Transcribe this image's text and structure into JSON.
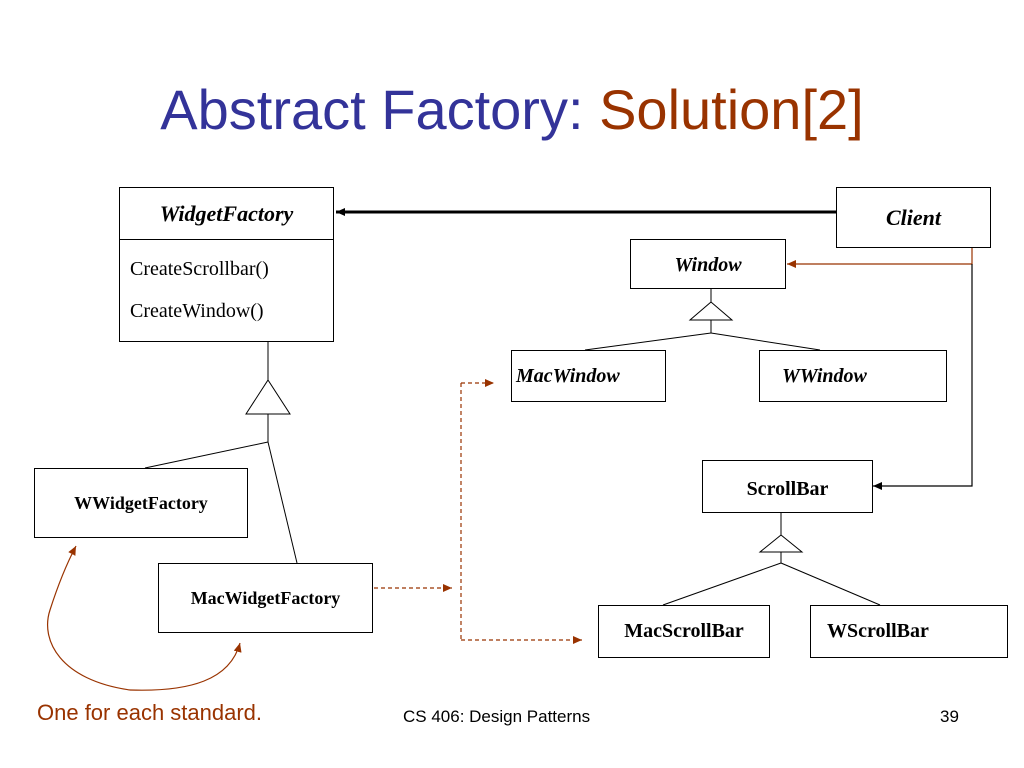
{
  "title": {
    "main": "Abstract Factory",
    "colon": ":",
    "accent": "Solution[2]"
  },
  "classes": {
    "widget_factory": {
      "name": "WidgetFactory",
      "operations": [
        "CreateScrollbar()",
        "CreateWindow()"
      ]
    },
    "client": "Client",
    "window": "Window",
    "mac_window": "MacWindow",
    "w_window": "WWindow",
    "scrollbar": "ScrollBar",
    "mac_scrollbar": "MacScrollBar",
    "w_scrollbar": "WScrollBar",
    "w_widget_factory": "WWidgetFactory",
    "mac_widget_factory": "MacWidgetFactory"
  },
  "annotation": "One for each standard.",
  "footer": {
    "course": "CS 406: Design Patterns",
    "page": "39"
  },
  "colors": {
    "title_main": "#333399",
    "title_accent": "#993300",
    "dependency": "#993300",
    "annotation": "#993300"
  }
}
